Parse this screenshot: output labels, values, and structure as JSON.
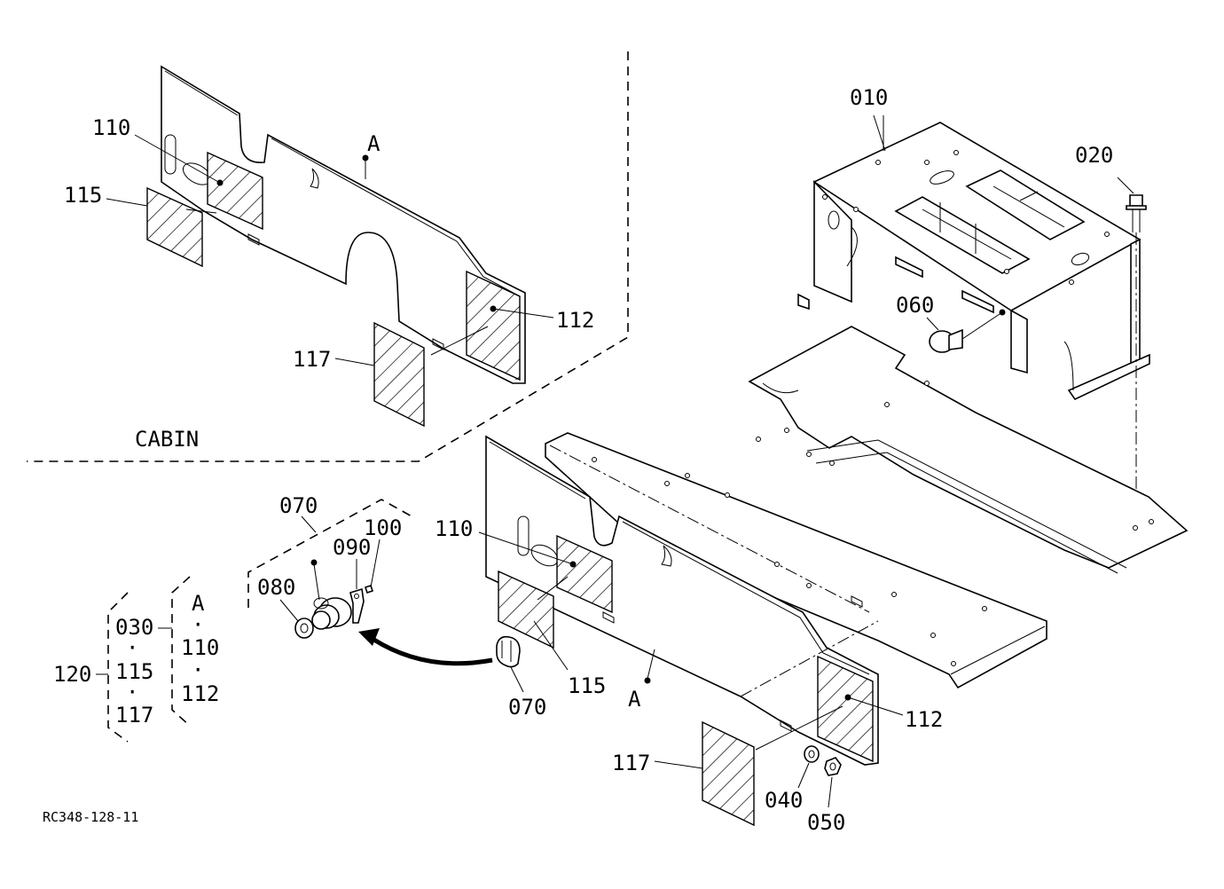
{
  "diagram_id": "RC348-128-11",
  "section_label": "CABIN",
  "view_marker": "A",
  "parts": {
    "p010": "010",
    "p020": "020",
    "p030": "030",
    "p040": "040",
    "p050": "050",
    "p060": "060",
    "p070": "070",
    "p080": "080",
    "p090": "090",
    "p100": "100",
    "p110": "110",
    "p112": "112",
    "p115": "115",
    "p117": "117",
    "p120": "120"
  },
  "separator": "·"
}
